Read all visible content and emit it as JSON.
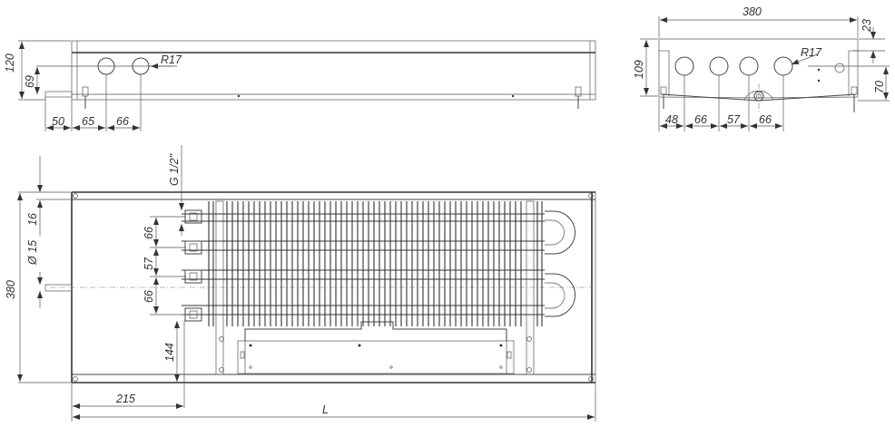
{
  "drawing": {
    "subject": "trench convector with heat exchanger",
    "line_color": "#333333",
    "background": "#ffffff"
  },
  "side_view": {
    "labels": {
      "height_total": "120",
      "height_pipe": "69",
      "radius": "R17",
      "dim_a": "50",
      "dim_b": "65",
      "dim_c": "66"
    }
  },
  "end_view": {
    "labels": {
      "width": "380",
      "height": "109",
      "top_offset": "23",
      "drain_height": "70",
      "radius": "R17",
      "dim_a": "48",
      "dim_b": "66",
      "dim_c": "57",
      "dim_d": "66"
    }
  },
  "plan_view": {
    "labels": {
      "thread": "G 1/2\"",
      "width": "380",
      "top_offset": "16",
      "pipe_diameter": "Ø 15",
      "spacing_1": "66",
      "spacing_2": "57",
      "spacing_3": "66",
      "bottom_offset": "144",
      "left_offset": "215",
      "length": "L"
    }
  }
}
